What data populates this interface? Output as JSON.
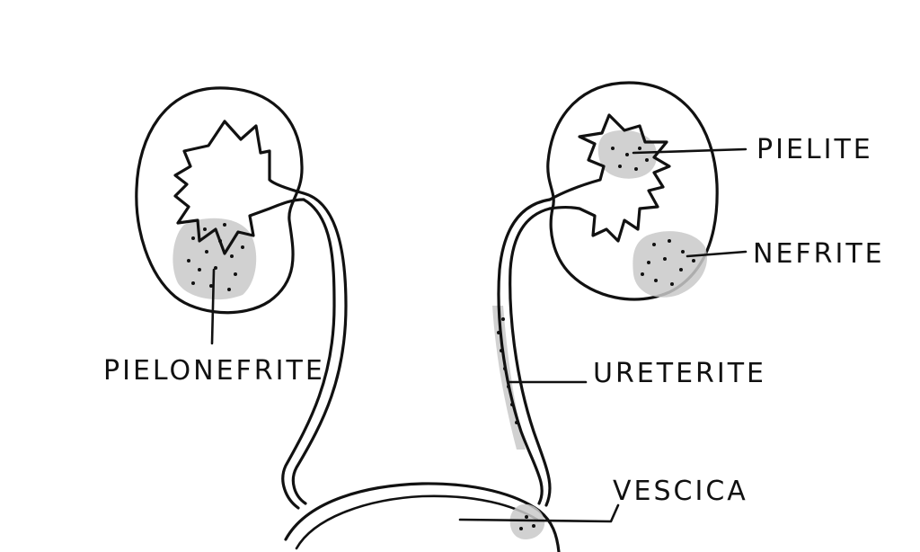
{
  "labels": {
    "pielonefrite": "PIELONEFRITE",
    "pielite": "PIELITE",
    "nefrite": "NEFRITE",
    "ureterite": "URETERITE",
    "vescica": "VESCICA"
  },
  "colors": {
    "ink": "#111111",
    "lesion": "#c9c9c9",
    "background": "#ffffff"
  }
}
